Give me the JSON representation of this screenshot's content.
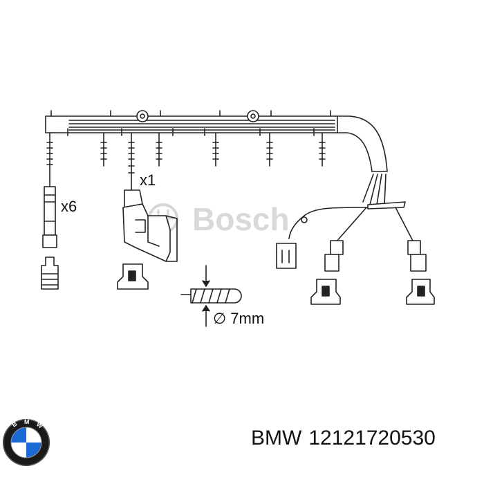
{
  "diagram": {
    "watermark": "Bosch",
    "qty_plug_wires": "x6",
    "qty_coil_wire": "x1",
    "diameter": "∅ 7mm"
  },
  "footer": {
    "brand": "BMW",
    "part_number": "12121720530"
  },
  "brand_logo": {
    "name": "bmw-logo",
    "colors": {
      "blue": "#1c69d4",
      "ring": "#1a1a1a",
      "white": "#ffffff"
    }
  }
}
